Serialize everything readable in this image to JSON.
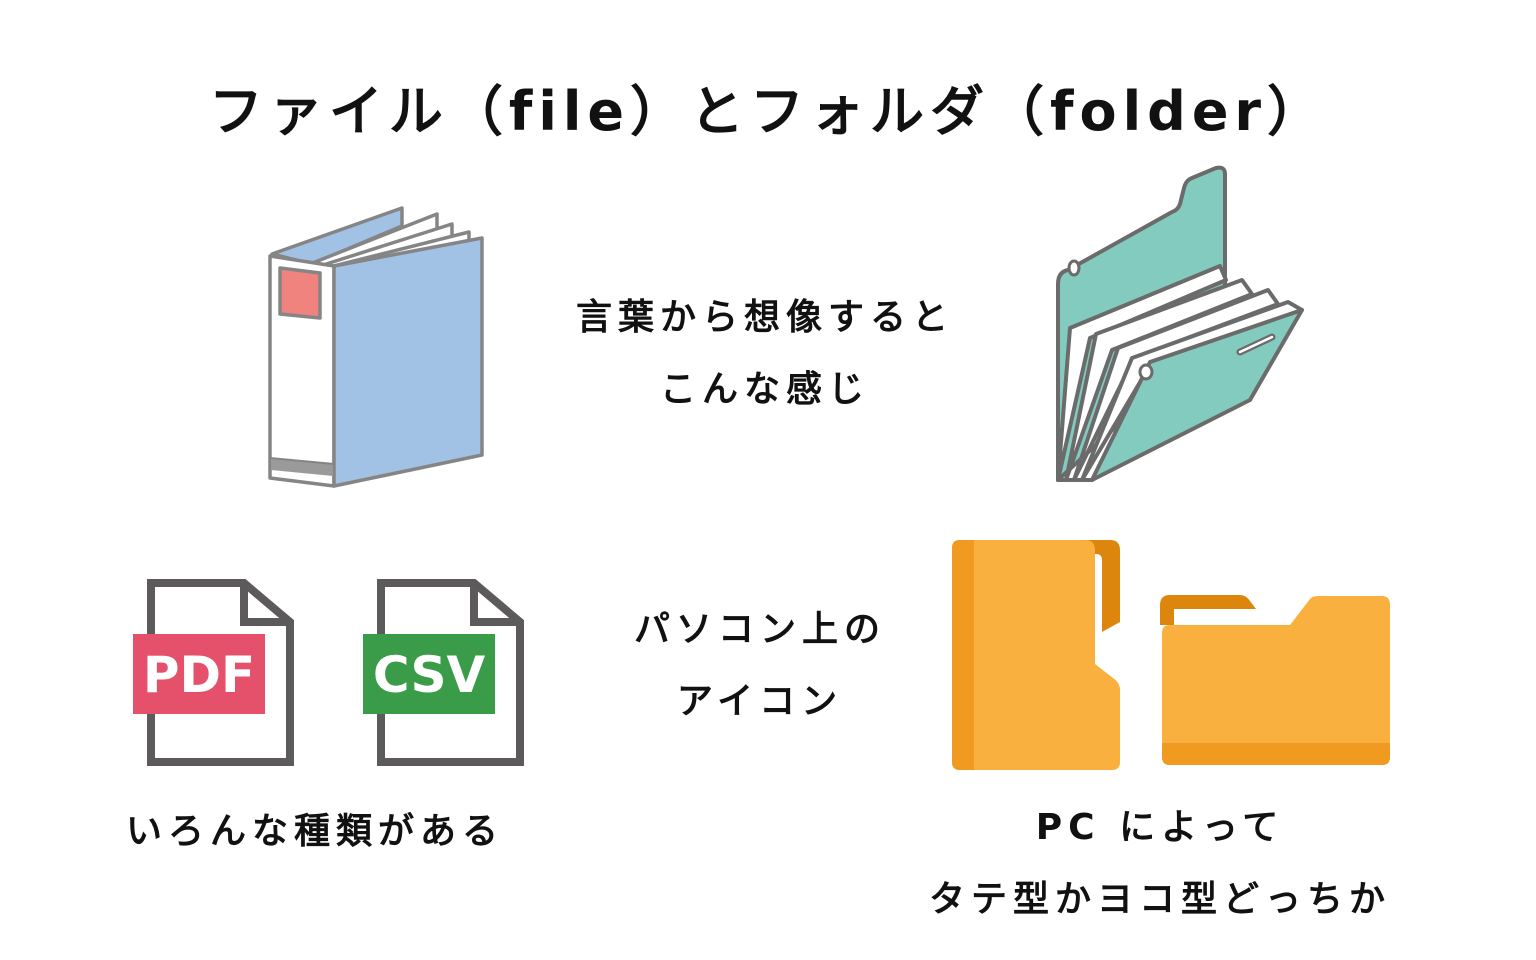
{
  "title": "ファイル（file）とフォルダ（folder）",
  "imagination_caption": {
    "line1": "言葉から想像すると",
    "line2": "こんな感じ"
  },
  "pc_icon_caption": {
    "line1": "パソコン上の",
    "line2": "アイコン"
  },
  "file_types_caption": "いろんな種類がある",
  "folder_orientation_caption": {
    "line1": "PC によって",
    "line2": "タテ型かヨコ型どっちか"
  },
  "illustrations": {
    "binder": {
      "icon": "ring-binder-icon",
      "cover_color": "#a1c2e5",
      "label_color": "#f0837e",
      "outline_color": "#858585"
    },
    "accordion_folder": {
      "icon": "accordion-folder-icon",
      "cover_color": "#84cbbf",
      "outline_color": "#6b6b6b"
    }
  },
  "file_icons": [
    {
      "label": "PDF",
      "icon": "pdf-file-icon",
      "color": "#e5506b"
    },
    {
      "label": "CSV",
      "icon": "csv-file-icon",
      "color": "#3a9c48"
    }
  ],
  "folder_icons": [
    {
      "orientation": "vertical",
      "icon": "vertical-folder-icon",
      "main_color": "#f9b03e",
      "shade_color": "#f09a22",
      "tab_color": "#dd860e"
    },
    {
      "orientation": "horizontal",
      "icon": "horizontal-folder-icon",
      "main_color": "#f9b03e",
      "shade_color": "#f09a22",
      "tab_color": "#dd860e"
    }
  ]
}
